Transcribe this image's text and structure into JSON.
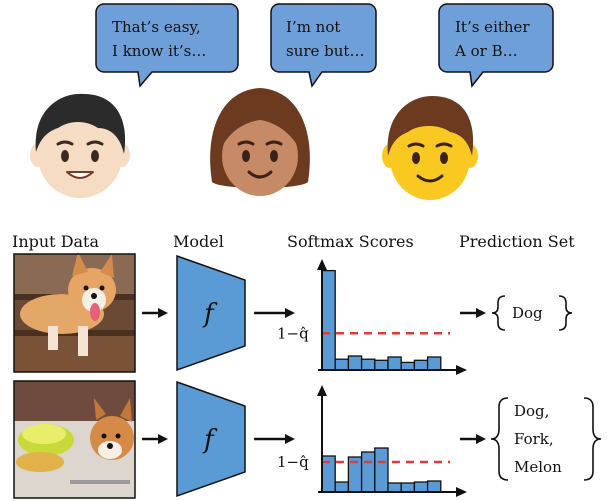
{
  "bubbles": [
    {
      "lines": [
        "That’s easy,",
        "I know it’s…"
      ]
    },
    {
      "lines": [
        "I’m not",
        "sure but…"
      ]
    },
    {
      "lines": [
        "It’s either",
        "A or B…"
      ]
    }
  ],
  "columns": {
    "input": "Input Data",
    "model": "Model",
    "softmax": "Softmax Scores",
    "prediction": "Prediction Set"
  },
  "model_symbol": "f",
  "threshold_label": "1−q̂",
  "colors": {
    "bubble_fill": "#6f9fd8",
    "bar_fill": "#5b9bd5",
    "threshold_line": "#e53935",
    "skin_light": "#f7dcc4",
    "skin_medium": "#c68a66",
    "skin_yellow": "#f9c922",
    "hair_dark": "#2b2b2b",
    "hair_brown": "#6b3a1f"
  },
  "rows": [
    {
      "image": "corgi on stairs photo",
      "scores": [
        0.92,
        0.1,
        0.13,
        0.1,
        0.09,
        0.12,
        0.07,
        0.09,
        0.12
      ],
      "threshold": 0.34,
      "prediction_set": [
        "Dog"
      ]
    },
    {
      "image": "corgi beside melon and fork photo",
      "scores": [
        0.36,
        0.1,
        0.35,
        0.4,
        0.44,
        0.09,
        0.09,
        0.1,
        0.11
      ],
      "threshold": 0.3,
      "prediction_set": [
        "Dog,",
        "Fork,",
        "Melon"
      ]
    }
  ]
}
